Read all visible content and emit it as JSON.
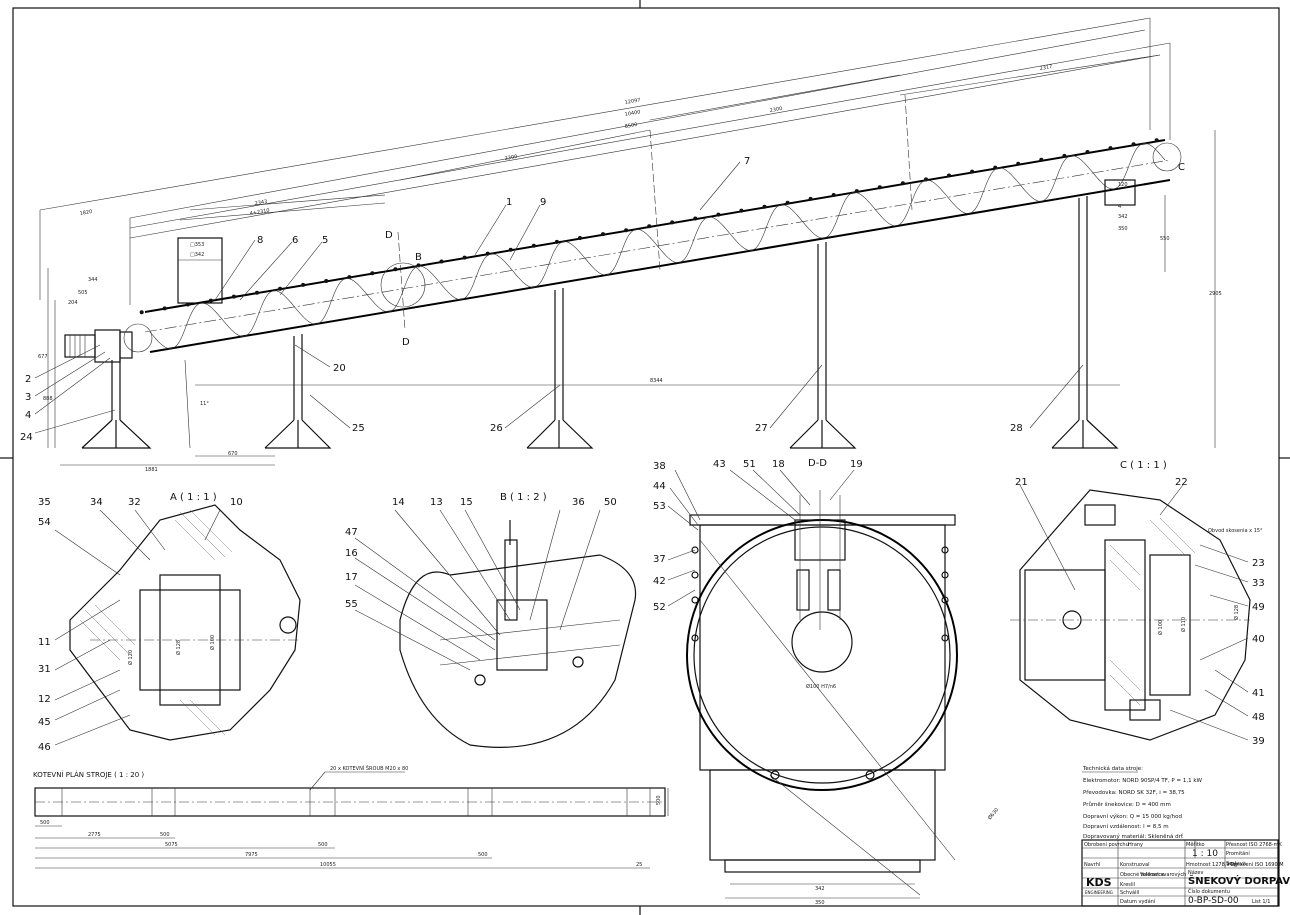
{
  "balloons_top": {
    "b1": "1",
    "b9": "9",
    "b7": "7",
    "b8": "8",
    "b6": "6",
    "b5": "5",
    "b2": "2",
    "b3": "3",
    "b4": "4",
    "b24": "24",
    "b20": "20",
    "b25": "25",
    "b26": "26",
    "b27": "27",
    "b28": "28",
    "secB": "B",
    "secD1": "D",
    "secD2": "D",
    "secC": "C"
  },
  "dims_top": {
    "d1": "12097",
    "d2": "10400",
    "d3": "8500",
    "d4": "2317",
    "d5": "2300",
    "d6": "2300",
    "d7": "1820",
    "d8": "2343",
    "d9": "4+2310",
    "d10": "□353",
    "d11": "□342",
    "d12": "344",
    "d13": "505",
    "d14": "204",
    "d15": "8344",
    "d16": "670",
    "d17": "1881",
    "d18": "120",
    "d19": "4",
    "d20": "342",
    "d21": "350",
    "d22": "550",
    "d23": "2905",
    "d24": "888",
    "d25": "677",
    "d26": "11°"
  },
  "view_a": {
    "title": "A ( 1 : 1 )",
    "balloons": [
      "35",
      "34",
      "32",
      "10",
      "54",
      "11",
      "31",
      "12",
      "45",
      "46"
    ],
    "dims": [
      "Ø 120",
      "Ø 128",
      "Ø 100"
    ]
  },
  "view_b": {
    "title": "B ( 1 : 2 )",
    "balloons": [
      "14",
      "13",
      "15",
      "36",
      "50",
      "47",
      "16",
      "17",
      "55"
    ]
  },
  "view_d": {
    "title": "D-D",
    "balloons": [
      "43",
      "51",
      "18",
      "19",
      "38",
      "44",
      "53",
      "37",
      "42",
      "52"
    ],
    "dims": [
      "Ø100 H7/n6",
      "Ø630",
      "342",
      "350"
    ]
  },
  "view_c": {
    "title": "C ( 1 : 1 )",
    "balloons": [
      "21",
      "22",
      "23",
      "33",
      "49",
      "40",
      "41",
      "48",
      "39"
    ],
    "note": "Obvod skosenia x 15°",
    "dims": [
      "Ø 100",
      "Ø 110",
      "Ø 128"
    ]
  },
  "anchor": {
    "title": "KOTEVNÍ PLÁN STROJE ( 1 : 20 )",
    "note": "20 x KOTEVNÍ ŠROUB M20 x 80",
    "dims": {
      "a": "500",
      "b": "2775",
      "c": "500",
      "d": "5075",
      "e": "500",
      "f": "7975",
      "g": "500",
      "h": "10055",
      "i": "25",
      "j": "500"
    }
  },
  "tech": {
    "heading": "Technická data stroje:",
    "lines": [
      "Elektromotor: NORD 90SP/4 TF, P = 1,1 kW",
      "Převodovka: NORD SK 32F, i = 38,75",
      "Průměr šnekovice: D = 400 mm",
      "Dopravní výkon: Q = 15 000 kg/hod",
      "Dopravní vzdálenost: l = 8,5 m",
      "Dopravovaný materiál: Skleněná drť"
    ]
  },
  "title_block": {
    "logo": "KDS",
    "logo_sub": "ENGINEERING",
    "scale_label": "Měřítko",
    "scale": "1 : 10",
    "title": "ŠNEKOVÝ DORPAVNÍK",
    "number": "0-BP-SD-00",
    "sheet": "List 1/1",
    "cells": [
      "Obrobení povrchu",
      "Hrany",
      "Přesnost ISO 2768-mK",
      "Promítání",
      "Sestava",
      "Hmotnost 1278,9 kg",
      "Označení ISO 1690 M",
      "Navrhl",
      "Konstruoval",
      "Název",
      "Kreslil",
      "Číslo dokumentu",
      "Schválil",
      "Datum vydání",
      "Obecné tolerance",
      "Velikost svarových"
    ]
  }
}
